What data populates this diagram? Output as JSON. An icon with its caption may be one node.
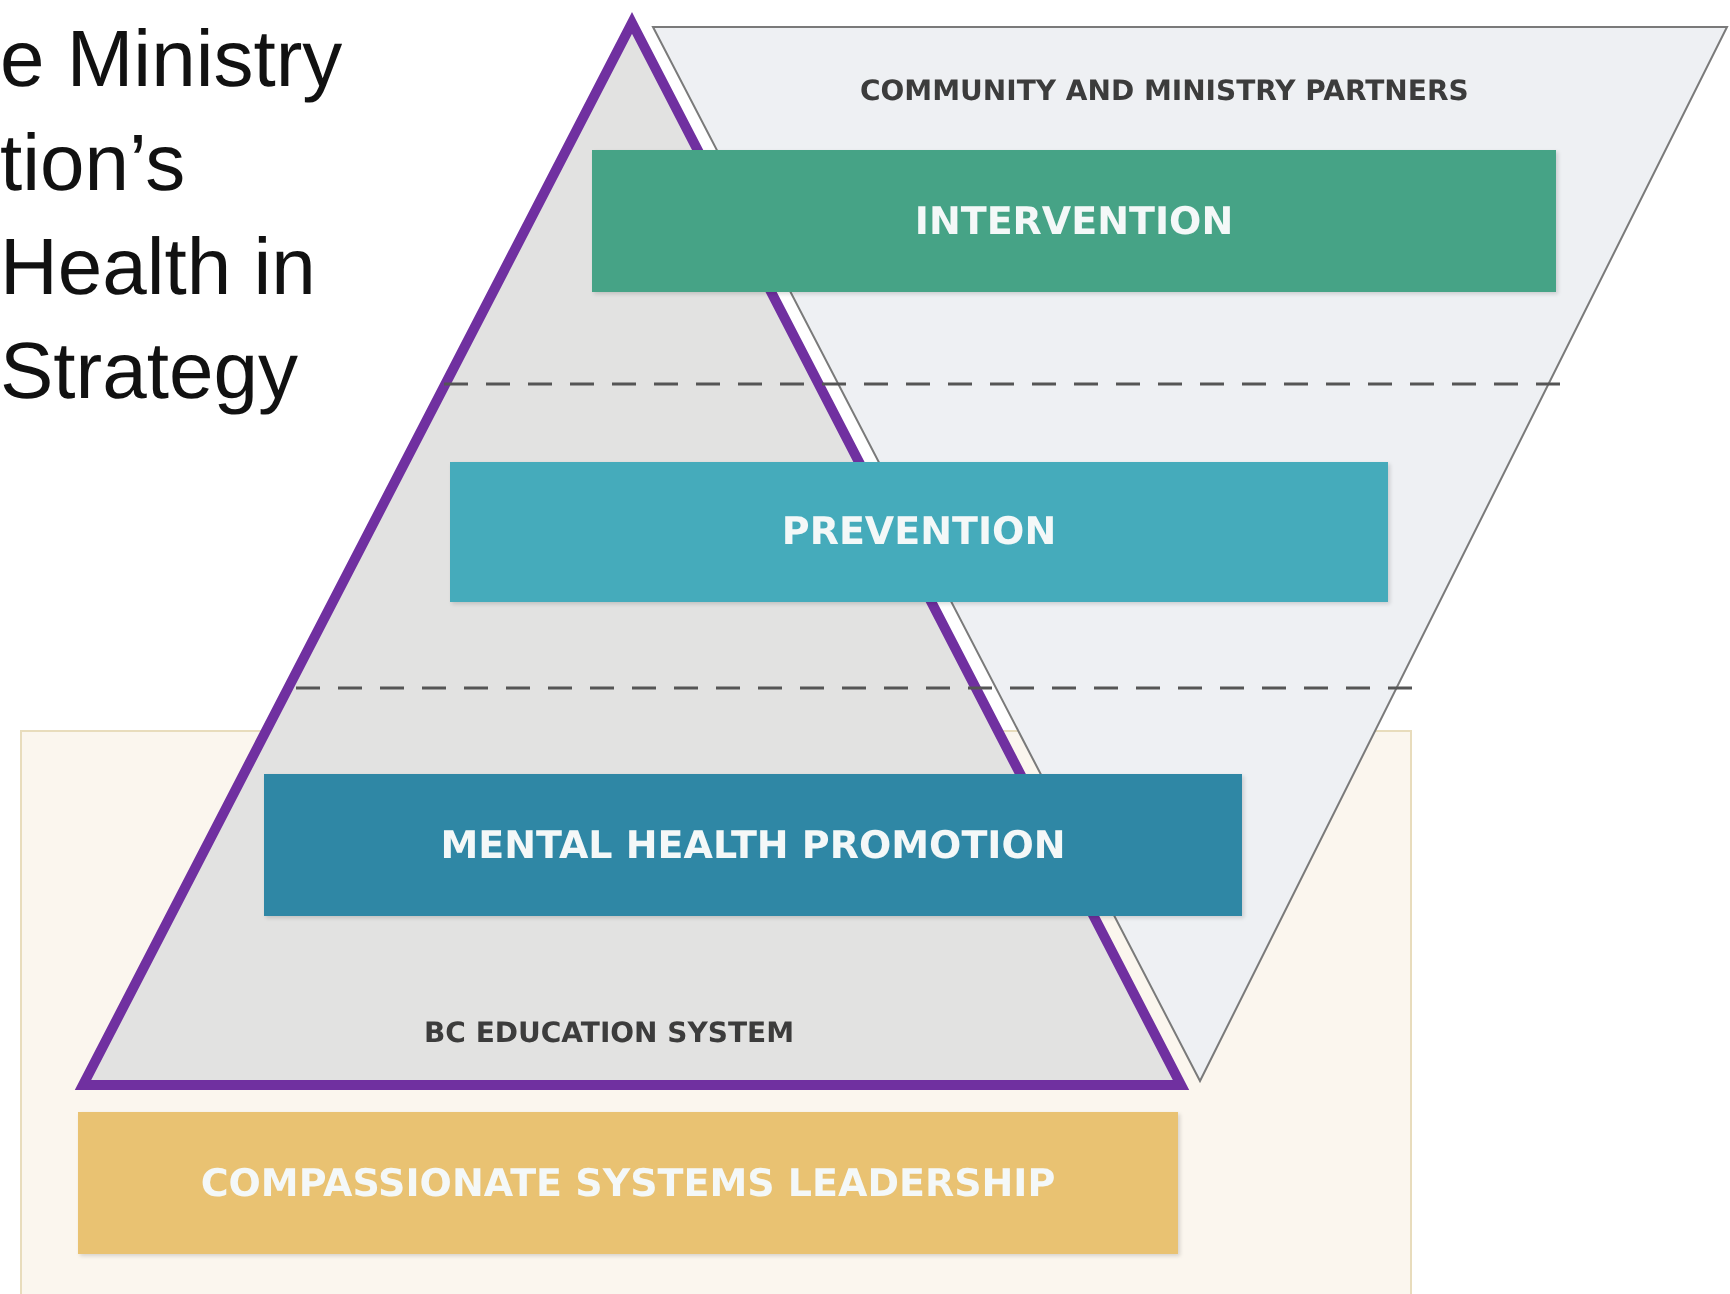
{
  "diagram": {
    "title": "e Ministry tion’s Health in Strategy",
    "nodes": [
      {
        "text": [
          "COMMUNITY AND MINISTRY PARTNERS"
        ]
      },
      {
        "text": [],
        "shape": "triangle"
      },
      {
        "text": [
          "INTERVENTION"
        ]
      },
      {
        "text": [
          "PREVENTION"
        ]
      },
      {
        "text": [
          "MENTAL HEALTH PROMOTION"
        ],
        "in": 5
      },
      {
        "text": [
          "BC EDUCATION SYSTEM"
        ]
      },
      {
        "text": [
          "COMPASSIONATE SYSTEMS LEADERSHIP"
        ],
        "in": 5
      }
    ],
    "edges": []
  }
}
